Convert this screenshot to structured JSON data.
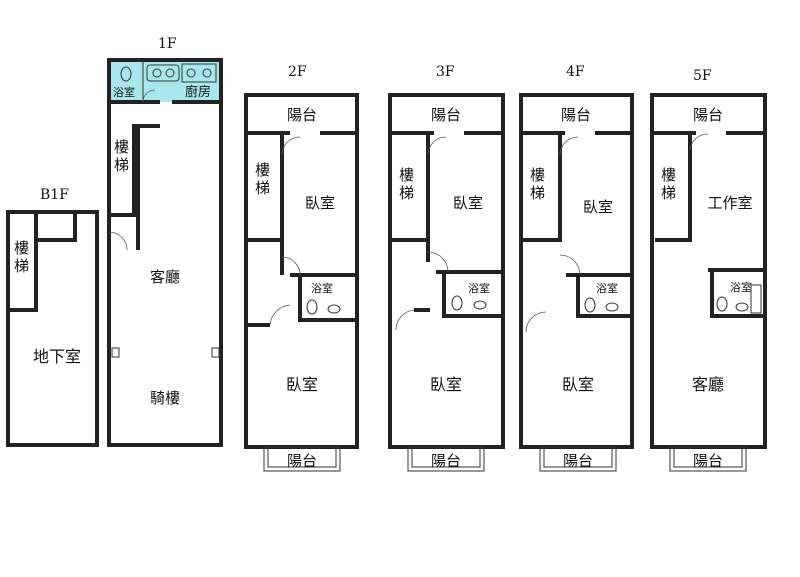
{
  "floors": {
    "b1f": {
      "label": "B1F",
      "rooms": {
        "stairs": "樓梯",
        "basement": "地下室"
      }
    },
    "f1": {
      "label": "1F",
      "rooms": {
        "bath": "浴室",
        "kitchen": "廚房",
        "stairs": "樓梯",
        "living": "客廳",
        "arcade": "騎樓"
      }
    },
    "f2": {
      "label": "2F",
      "rooms": {
        "balcony_back": "陽台",
        "stairs": "樓梯",
        "bedroom_back": "臥室",
        "bath": "浴室",
        "bedroom_front": "臥室",
        "balcony_front": "陽台"
      }
    },
    "f3": {
      "label": "3F",
      "rooms": {
        "balcony_back": "陽台",
        "stairs": "樓梯",
        "bedroom_back": "臥室",
        "bath": "浴室",
        "bedroom_front": "臥室",
        "balcony_front": "陽台"
      }
    },
    "f4": {
      "label": "4F",
      "rooms": {
        "balcony_back": "陽台",
        "stairs": "樓梯",
        "bedroom_back": "臥室",
        "bath": "浴室",
        "bedroom_front": "臥室",
        "balcony_front": "陽台"
      }
    },
    "f5": {
      "label": "5F",
      "rooms": {
        "balcony_back": "陽台",
        "stairs": "樓梯",
        "workroom": "工作室",
        "bath": "浴室",
        "living": "客廳",
        "balcony_front": "陽台"
      }
    }
  },
  "colors": {
    "wall": "#222222",
    "wet_area": "#a8e8ec"
  }
}
